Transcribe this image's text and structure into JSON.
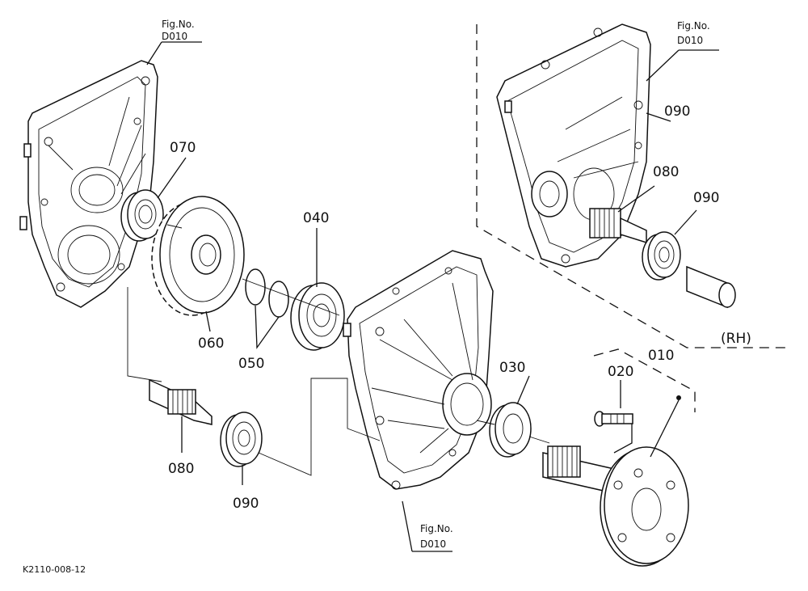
{
  "diagram": {
    "fig_refs": [
      {
        "line1": "Fig.No.",
        "line2": "D010"
      },
      {
        "line1": "Fig.No.",
        "line2": "D010"
      },
      {
        "line1": "Fig.No.",
        "line2": "D010"
      }
    ],
    "part_labels": {
      "p010": "010",
      "p020": "020",
      "p030": "030",
      "p040": "040",
      "p050": "050",
      "p060": "060",
      "p070": "070",
      "p080_left": "080",
      "p090_left": "090",
      "p080_right": "080",
      "p090_right_upper": "090",
      "p090_right_lower": "090"
    },
    "side_label": "(RH)",
    "drawing_code": "K2110-008-12"
  }
}
